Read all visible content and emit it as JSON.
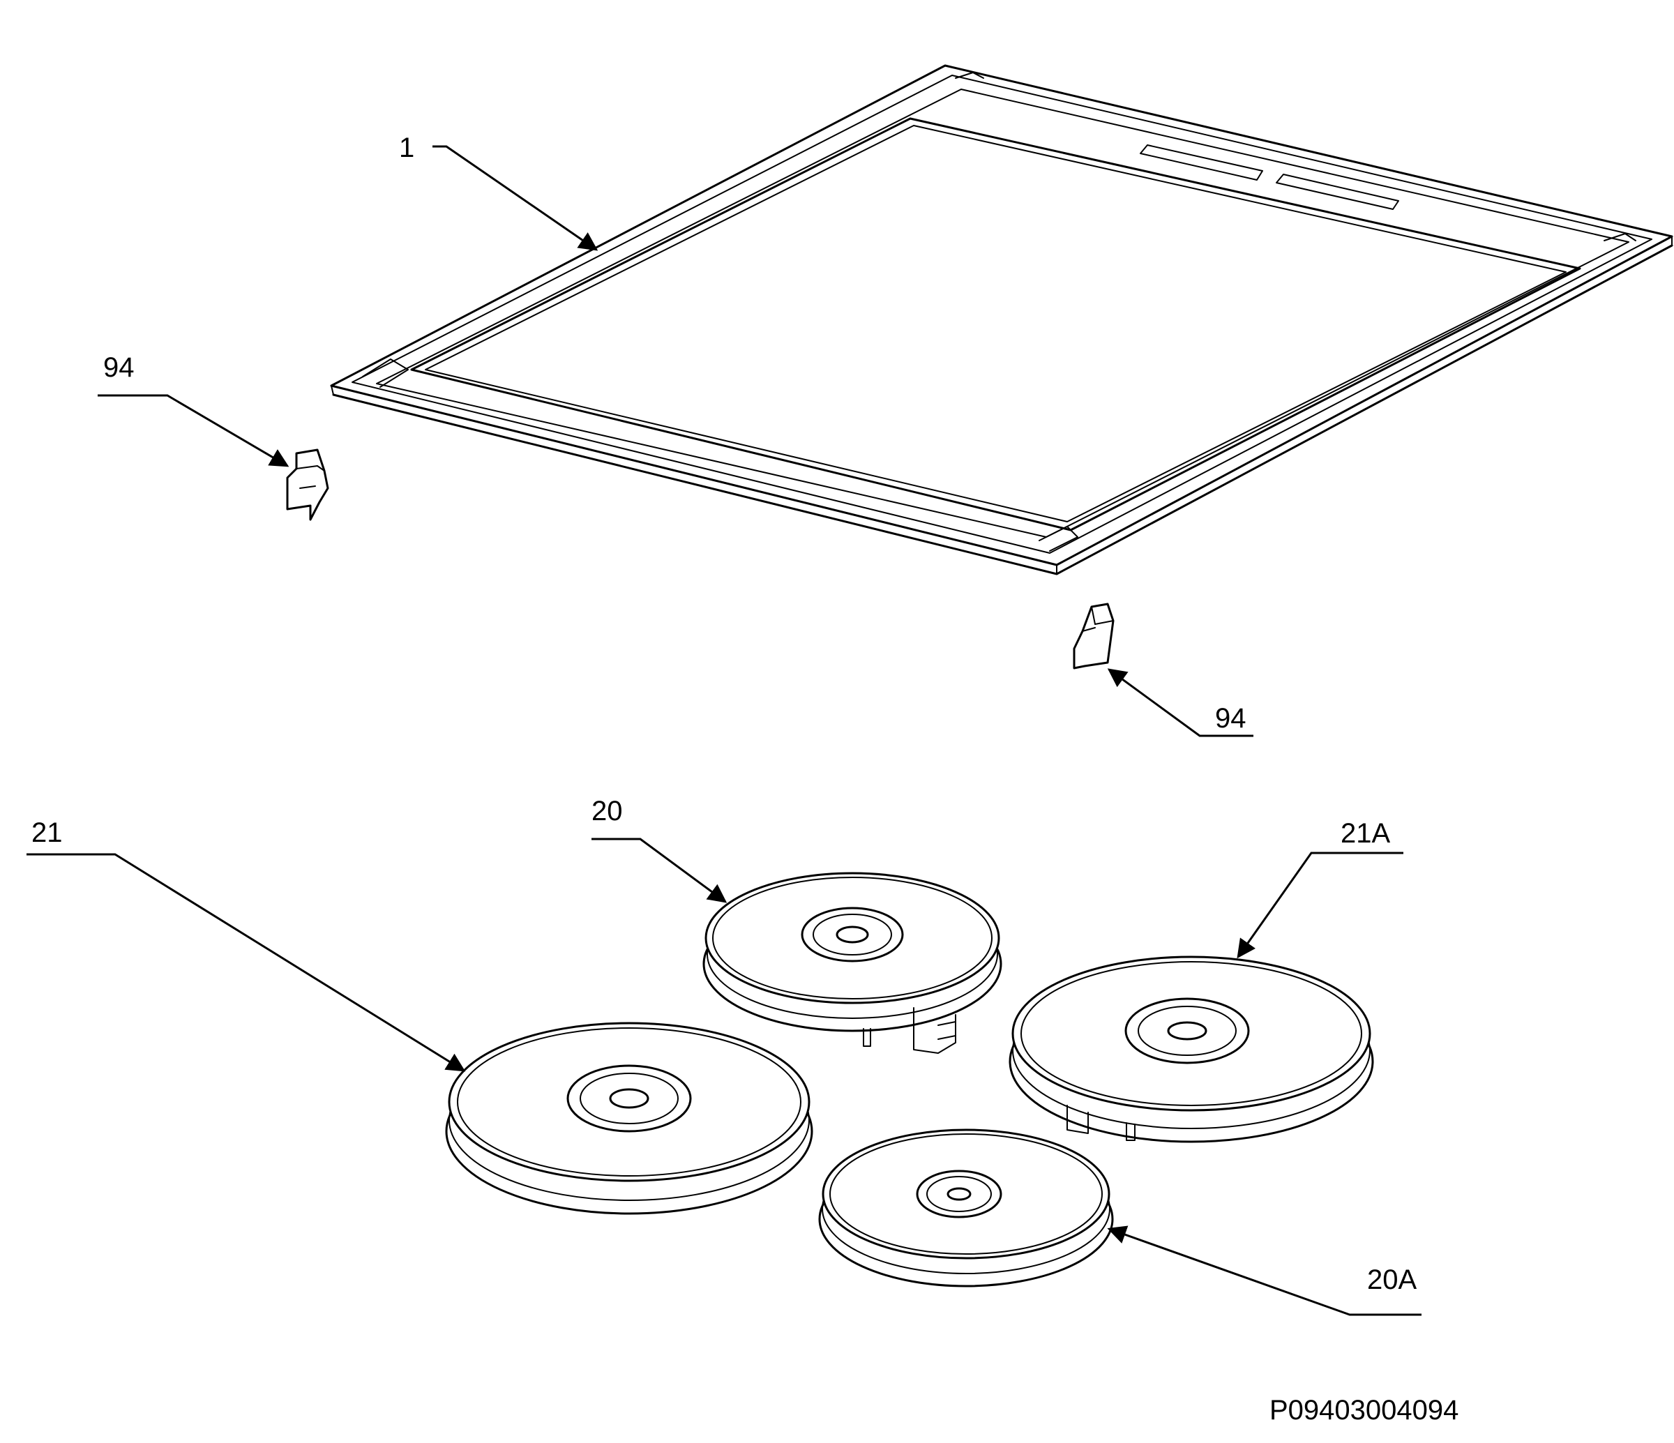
{
  "callouts": {
    "part_1": "1",
    "part_94_left": "94",
    "part_94_right": "94",
    "part_21": "21",
    "part_20": "20",
    "part_21a": "21A",
    "part_20a": "20A"
  },
  "drawing_code": "P09403004094",
  "colors": {
    "line": "#000000",
    "background": "#ffffff"
  }
}
